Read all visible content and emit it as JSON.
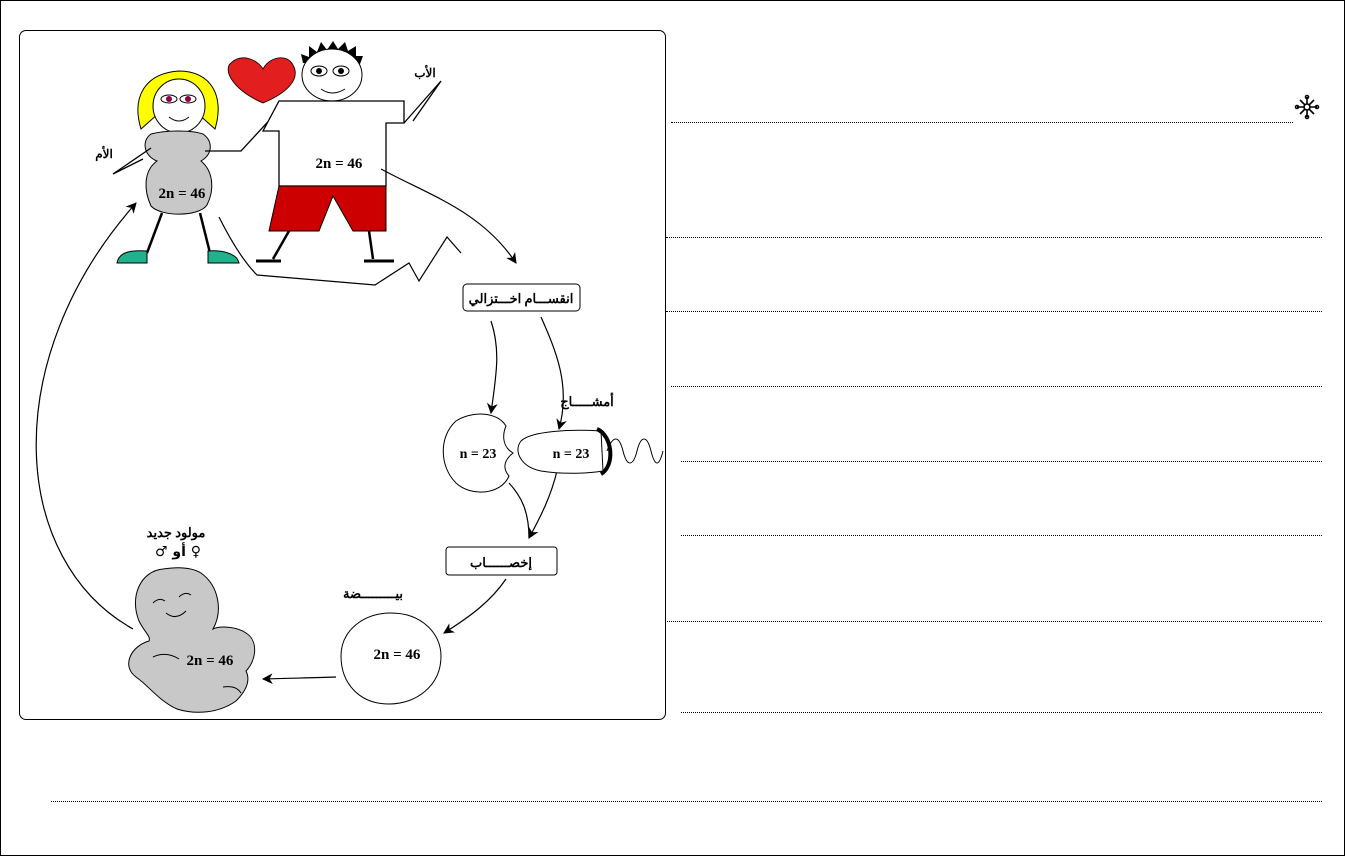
{
  "diagram": {
    "father_label": "الأب",
    "mother_label": "الأم",
    "father_chromosomes": "2n = 46",
    "mother_chromosomes": "2n = 46",
    "meiosis_label": "انقســـام اخـــتزالي",
    "gametes_label": "أمشـــــاج",
    "egg_gamete_label": "n = 23",
    "sperm_gamete_label": "n = 23",
    "fertilization_label": "إخصــــــاب",
    "zygote_label": "بيـــــــــضة",
    "zygote_chromosomes": "2n = 46",
    "newborn_label": "مولود   جديد",
    "newborn_sex": "♀ أو ♂",
    "newborn_chromosomes": "2n = 46"
  },
  "worksheet": {
    "bullet_icon": "snowflake-icon"
  },
  "colors": {
    "heart": "#e31e1e",
    "hair_mother": "#ffff00",
    "shoes": "#1fb28c",
    "pants": "#cc0000",
    "body_gray": "#c8c8c8"
  }
}
